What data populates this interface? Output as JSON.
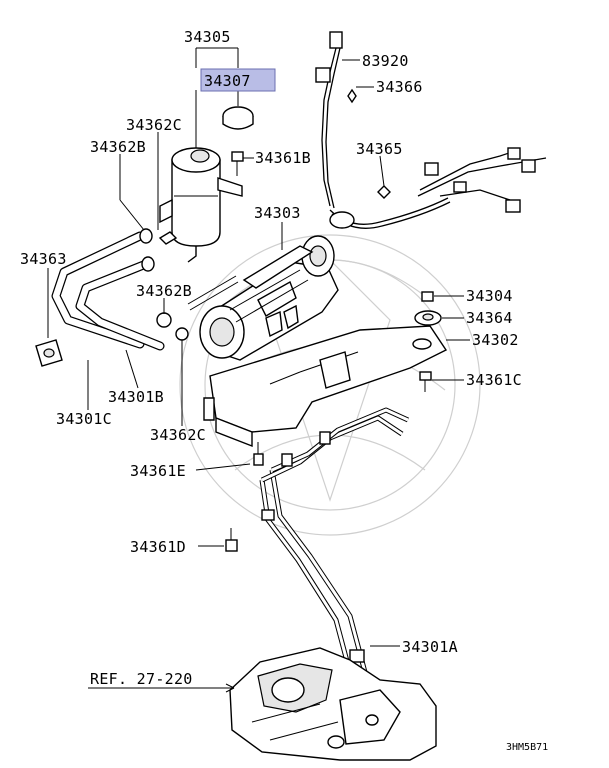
{
  "labels": {
    "p34305": "34305",
    "p34307": "34307",
    "p83920": "83920",
    "p34366": "34366",
    "p34362C_top": "34362C",
    "p34362B_left": "34362B",
    "p34361B": "34361B",
    "p34365": "34365",
    "p34303": "34303",
    "p34363": "34363",
    "p34362B_mid": "34362B",
    "p34304": "34304",
    "p34364": "34364",
    "p34302": "34302",
    "p34361C": "34361C",
    "p34301B": "34301B",
    "p34301C": "34301C",
    "p34362C_bot": "34362C",
    "p34361E": "34361E",
    "p34361D": "34361D",
    "p34301A": "34301A",
    "ref": "REF. 27-220",
    "code": "3HM5B71"
  },
  "highlight_color": "#b9bde6"
}
